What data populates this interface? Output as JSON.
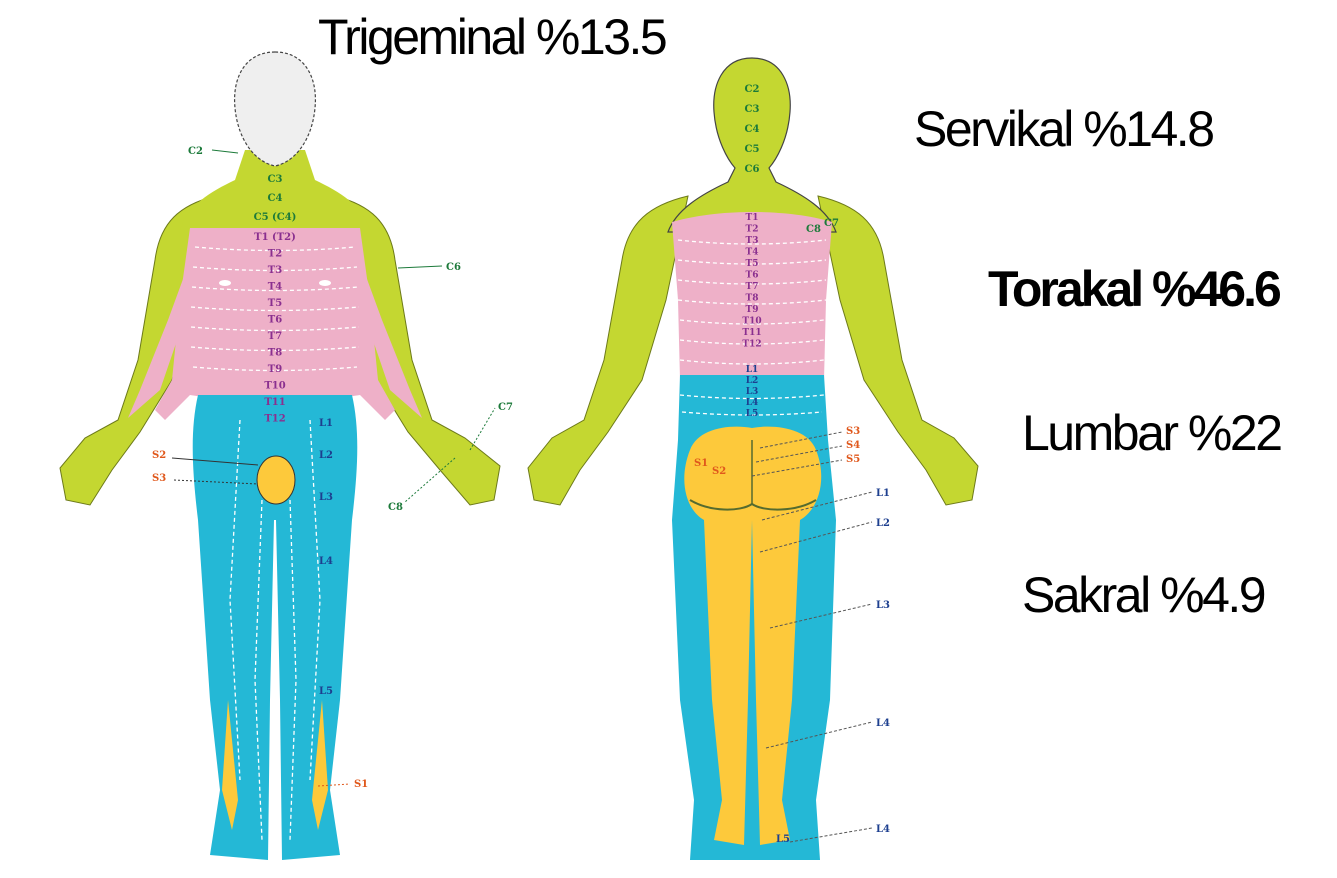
{
  "regions": {
    "trigeminal": "Trigeminal %13.5",
    "servikal": "Servikal %14.8",
    "torakal": "Torakal %46.6",
    "lumbar": "Lumbar %22",
    "sakral": "Sakral %4.9"
  },
  "colors": {
    "cervical": "#c4d731",
    "thoracic": "#eeb0c8",
    "lumbar": "#24b8d6",
    "sacral": "#fdc93b",
    "head": "#efefef",
    "cervical_text": "#1c7a3a",
    "thoracic_text": "#8a2f8f",
    "lumbar_text": "#1d3f8f",
    "sacral_text": "#e0581c"
  },
  "front": {
    "cervical": [
      "C3",
      "C4",
      "C5 (C4)"
    ],
    "thoracic": [
      "T1 (T2)",
      "T2",
      "T3",
      "T4",
      "T5",
      "T6",
      "T7",
      "T8",
      "T9",
      "T10",
      "T11",
      "T12"
    ],
    "lumbar": [
      "L1",
      "L2",
      "L3",
      "L4",
      "L5"
    ],
    "callouts": {
      "c2": "C2",
      "c6": "C6",
      "c7": "C7",
      "c8": "C8",
      "s2": "S2",
      "s3": "S3",
      "s1": "S1"
    }
  },
  "back": {
    "cervical": [
      "C2",
      "C3",
      "C4",
      "C5",
      "C6"
    ],
    "c8c7": "C8",
    "c7": "C7",
    "thoracic": [
      "T1",
      "T2",
      "T3",
      "T4",
      "T5",
      "T6",
      "T7",
      "T8",
      "T9",
      "T10",
      "T11",
      "T12"
    ],
    "lumbar": [
      "L1",
      "L2",
      "L3",
      "L4",
      "L5"
    ],
    "sacral_inner": [
      "S1",
      "S2"
    ],
    "callouts": [
      "S3",
      "S4",
      "S5",
      "L1",
      "L2",
      "L3",
      "L4",
      "L4"
    ],
    "foot_label": "L5"
  }
}
